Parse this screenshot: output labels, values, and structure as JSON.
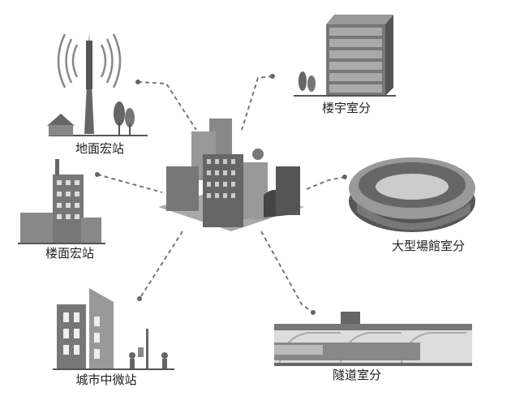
{
  "diagram": {
    "nodes": [
      {
        "label": "地面宏站"
      },
      {
        "label": "楼宇室分"
      },
      {
        "label": "楼面宏站"
      },
      {
        "label": "大型場館室分"
      },
      {
        "label": "城市中微站"
      },
      {
        "label": "隧道室分"
      }
    ]
  }
}
